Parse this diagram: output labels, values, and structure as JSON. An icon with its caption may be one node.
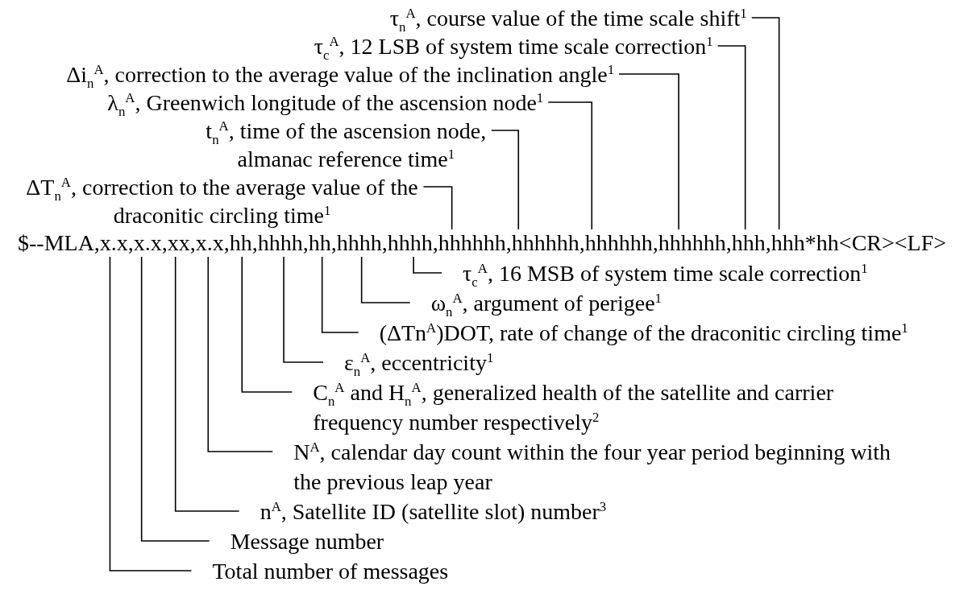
{
  "diagram": {
    "nodes": [
      {
        "text": [
          "τ$_{n}$$^{A}$, course value of the time scale shift$^{1}$"
        ]
      },
      {
        "text": [
          "τ$_{c}$$^{A}$, 12 LSB of system time scale correction$^{1}$"
        ]
      },
      {
        "text": [
          "Δi$_{n}$$^{A}$, correction to the average value of the inclination angle$^{1}$"
        ]
      },
      {
        "text": [
          "λ$_{n}$$^{A}$, Greenwich longitude of the ascension node$^{1}$"
        ]
      },
      {
        "text": [
          "t$_{n}$$^{A}$, time of the ascension node, almanac reference time$^{1}$"
        ]
      },
      {
        "text": [
          "ΔT$_{n}$$^{A}$, correction to the average value of the draconitic circling time$^{1}$"
        ]
      },
      {
        "text": [
          "$--MLA,x.x,x.x,xx,x.x,hh,hhhh,hh,hhhh,hhhh,hhhhhh,hhhhhh,hhhhhh,hhhhhh,hhh,hhh*hh<CR><LF>"
        ]
      },
      {
        "text": [
          "τ$_{c}$$^{A}$, 16 MSB of system time scale correction$^{1}$"
        ]
      },
      {
        "text": [
          "ω$_{n}$$^{A}$, argument of perigee$^{1}$"
        ]
      },
      {
        "text": [
          "(ΔTn$^{A}$)DOT, rate of change of the draconitic circling time$^{1}$"
        ]
      },
      {
        "text": [
          "ε$_{n}$$^{A}$, eccentricity$^{1}$"
        ]
      },
      {
        "text": [
          "C$_{n}$$^{A}$ and H$_{n}$$^{A}$, generalized health of the satellite and carrier frequency number respectively$^{2}$"
        ]
      },
      {
        "text": [
          "N$^{A}$, calendar day count within the four year period beginning with the previous leap year"
        ]
      },
      {
        "text": [
          "n$^{A}$, Satellite ID (satellite slot) number$^{3}$"
        ]
      },
      {
        "text": [
          "Message number"
        ]
      },
      {
        "text": [
          "Total number of messages"
        ]
      }
    ],
    "edges": [
      {
        "from": 0,
        "to": 6,
        "arrow": "none"
      },
      {
        "from": 1,
        "to": 6,
        "arrow": "none"
      },
      {
        "from": 2,
        "to": 6,
        "arrow": "none"
      },
      {
        "from": 3,
        "to": 6,
        "arrow": "none"
      },
      {
        "from": 4,
        "to": 6,
        "arrow": "none"
      },
      {
        "from": 5,
        "to": 6,
        "arrow": "none"
      },
      {
        "from": 7,
        "to": 6,
        "arrow": "none"
      },
      {
        "from": 8,
        "to": 6,
        "arrow": "none"
      },
      {
        "from": 9,
        "to": 6,
        "arrow": "none"
      },
      {
        "from": 10,
        "to": 6,
        "arrow": "none"
      },
      {
        "from": 11,
        "to": 6,
        "arrow": "none"
      },
      {
        "from": 12,
        "to": 6,
        "arrow": "none"
      },
      {
        "from": 13,
        "to": 6,
        "arrow": "none"
      },
      {
        "from": 14,
        "to": 6,
        "arrow": "none"
      },
      {
        "from": 15,
        "to": 6,
        "arrow": "none"
      }
    ]
  }
}
